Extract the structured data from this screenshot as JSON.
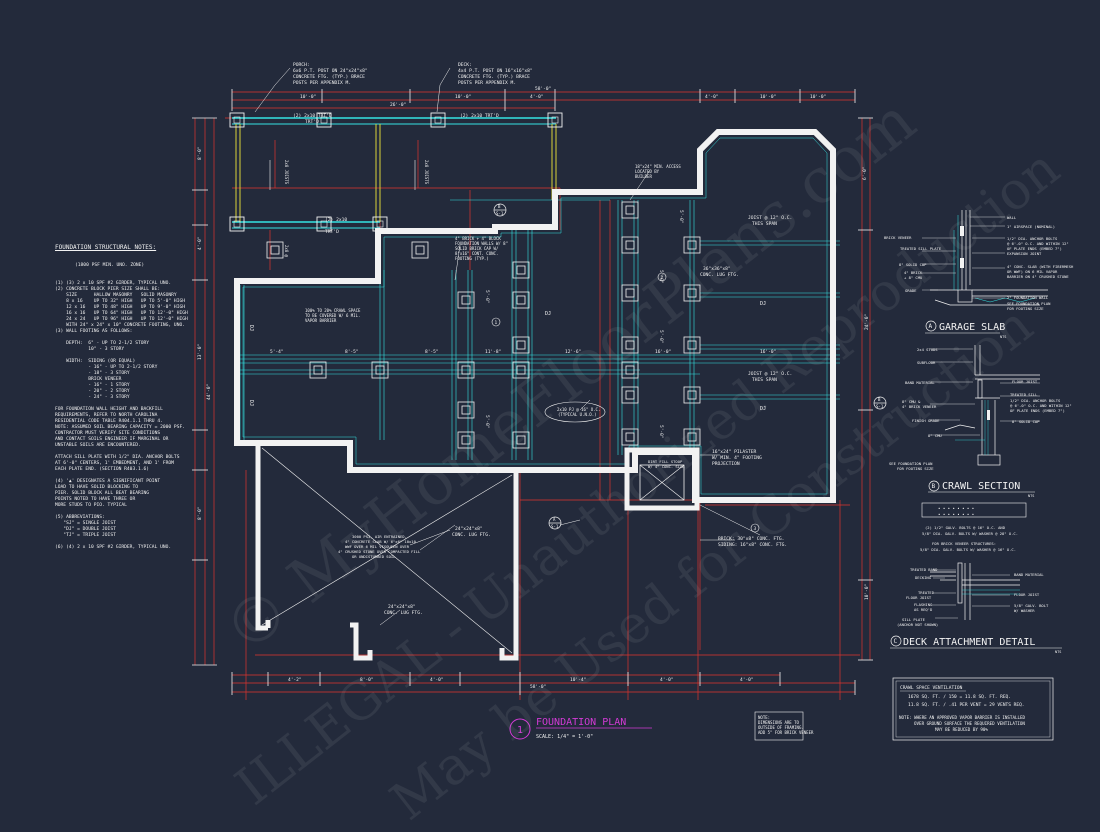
{
  "plan": {
    "title": "FOUNDATION PLAN",
    "number": "1",
    "scale": "SCALE: 1/4\" = 1'-0\""
  },
  "callouts": {
    "porch": [
      "PORCH:",
      "6x6 P.T. POST ON 24\"x24\"x8\"",
      "CONCRETE FTG. (TYP.) BRACE",
      "POSTS PER APPENDIX M."
    ],
    "deck": [
      "DECK:",
      "4x4 P.T. POST ON 16\"x16\"x8\"",
      "CONCRETE FTG. (TYP.) BRACE",
      "POSTS PER APPENDIX M."
    ],
    "crawl_space": [
      "18\"x24\" MIN. ACCESS",
      "LOCATED BY",
      "BUILDER"
    ],
    "block": [
      "4\" BRICK + 4\" BLOCK",
      "FOUNDATION WALLS W/ 8\"",
      "SOLID BRICK CAP W/",
      "8\"x16\" CONT. CONC.",
      "FOOTING (TYP.)"
    ],
    "vapor": [
      "100% TO 20% CRAWL SPACE",
      "TO BE COVERED W/ 6 MIL.",
      "VAPOR BARRIER"
    ],
    "slab": [
      "3000 PSI, AIR ENTRAINED,",
      "4\" CONCRETE SLAB W/ 6\"x6\" 10x10",
      "WWF OVER 6 MIL VISQUEEN OVER",
      "4\" CRUSHED STONE OVER COMPACTED FILL",
      "OR UNDISTURBED SOIL"
    ],
    "lug1": [
      "24\"x24\"x8\"",
      "CONC. LUG FTG."
    ],
    "lug2": [
      "24\"x24\"x8\"",
      "CONC. LUG FTG."
    ],
    "lug3": [
      "36\"x36\"x8\"",
      "CONC. LUG FTG."
    ],
    "pilaster": [
      "16\"x24\" PILASTER",
      "W/ MIN. 4\" FOOTING",
      "PROJECTION"
    ],
    "stoop": [
      "DIRT FILL STOOP",
      "W/ 4\" CONC. SLAB"
    ],
    "brick_siding": [
      "BRICK: 30\"x8\" CONC. FTG.",
      "SIDING: 16\"x8\" CONC. FTG."
    ],
    "girder": [
      "(2) 2x10 TRT'D"
    ],
    "girder2": [
      "(2) 2x10",
      "TRT'D"
    ],
    "joist_a": [
      "JOIST @ 12\" O.C.",
      "THIS SPAN"
    ],
    "joist_b": [
      "JOIST @ 12\" O.C.",
      "THIS SPAN"
    ],
    "joist_c": [
      "2x10 PJ @ 16\" O.C.",
      "(TYPICAL U.N.O.)"
    ],
    "dj": "DJ"
  },
  "dimensions": [
    "5'-4\"",
    "8'-5\"",
    "8'-5\"",
    "12'-6\"",
    "16'-0\"",
    "11'-8\"",
    "16'-0\"",
    "58'-0\""
  ],
  "section_tags": [
    "A",
    "B",
    "C"
  ],
  "structural_notes": {
    "title": "FOUNDATION STRUCTURAL NOTES:",
    "subtitle": "(1800 PSF MIN. UNO. ZONE)",
    "lines": [
      "(1) (3) 2 x 10 SPF #2 GIRDER, TYPICAL UNO.",
      "(2) CONCRETE BLOCK PIER SIZE SHALL BE:",
      "    SIZE      HALLOW MASONRY   SOLID MASONRY",
      "    8 x 16    UP TO 32\" HIGH   UP TO 5'-0\" HIGH",
      "    12 x 16   UP TO 48\" HIGH   UP TO 9'-0\" HIGH",
      "    16 x 16   UP TO 64\" HIGH   UP TO 12'-0\" HIGH",
      "    24 x 24   UP TO 96\" HIGH   UP TO 12'-0\" HIGH",
      "    WITH 24\" x 24\" x 10\" CONCRETE FOOTING, UNO.",
      "(3) WALL FOOTING AS FOLLOWS:",
      "",
      "    DEPTH:  6\" - UP TO 2-1/2 STORY",
      "            10\" - 3 STORY",
      "",
      "    WIDTH:  SIDING (OR EQUAL)",
      "            - 16\" - UP TO 2-1/2 STORY",
      "            - 18\" - 3 STORY",
      "            BRICK VENEER",
      "            - 16\" - 1 STORY",
      "            - 20\" - 2 STORY",
      "            - 24\" - 3 STORY",
      "",
      "FOR FOUNDATION WALL HEIGHT AND BACKFILL",
      "REQUIREMENTS, REFER TO NORTH CAROLINA",
      "RESIDENTIAL CODE TABLE R404.1.1 THRU 4.",
      "NOTE: ASSUMED SOIL BEARING CAPACITY = 2000 PSF.",
      "CONTRACTOR MUST VERIFY SITE CONDITIONS",
      "AND CONTACT SOILS ENGINEER IF MARGINAL OR",
      "UNSTABLE SOILS ARE ENCOUNTERED.",
      "",
      "ATTACH SILL PLATE WITH 1/2\" DIA. ANCHOR BOLTS",
      "AT 6'-0\" CENTERS, 1' EMBEDMENT, AND 1' FROM",
      "EACH PLATE END. (SECTION R403.1.6)",
      "",
      "(4) '▲' DESIGNATES A SIGNIFICANT POINT",
      "LOAD TO HAVE SOLID BLOCKING TO",
      "PIER. SOLID BLOCK ALL BEAT BEARING",
      "POINTS NOTED TO HAVE THREE OR",
      "MORE STUDS TO PIO. TYPICAL",
      "",
      "(5) ABBREVIATIONS:",
      "   \"SJ\" = SINGLE JOIST",
      "   \"DJ\" = DOUBLE JOIST",
      "   \"TJ\" = TRIPLE JOIST",
      "",
      "(6) (4) 2 x 10 SPF #2 GIRDER, TYPICAL UNO."
    ]
  },
  "details": {
    "garage": {
      "letter": "A",
      "title": "GARAGE SLAB",
      "nts": "NTS",
      "labels": [
        "WALL",
        "1\" AIRSPACE (NOMINAL)",
        "BRICK VENEER",
        "TREATED SILL PLATE",
        "8\" SOLID CAP",
        "4\" BRICK",
        "+ 8\" CMU",
        "GRADE",
        "1/2\" DIA. ANCHOR BOLTS @ 6'-0\" O.C. AND WITHIN 12\" OF PLATE ENDS (EMBED 7\")",
        "EXPANSION JOINT",
        "4\" CONC. SLAB (WITH FIBERMESH OR WWF) ON 6 MIL VAPOR BARRIER ON 4\" CRUSHED STONE",
        "2\" FOUNDATION WALL",
        "SEE FOUNDATION PLAN FOR FOOTING SIZE"
      ]
    },
    "crawl": {
      "letter": "B",
      "title": "CRAWL SECTION",
      "nts": "NTS",
      "labels": [
        "2x4 STUDS",
        "SUBFLOOR",
        "FLOOR JOIST",
        "BAND MATERIAL",
        "TREATED SILL",
        "1/2\" DIA. ANCHOR BOLTS @ 6'-0\" O.C. AND WITHIN 12\" OF PLATE ENDS (EMBED 7\")",
        "8\" CMU & 4\" BRICK VENEER",
        "8\" SOLID CAP",
        "FINISH GRADE",
        "8\" CMU",
        "SEE FOUNDATION PLAN FOR FOOTING SIZE"
      ]
    },
    "deck": {
      "letter": "C",
      "title": "DECK ATTACHMENT DETAIL",
      "nts": "NTS",
      "bolts": [
        "(2) 1/2\" GALV. BOLTS @ 16\" O.C. AND",
        "5/8\" DIA. GALV. BOLTS W/ WASHER @ 28\" O.C.",
        "",
        "FOR BRICK VENEER STRUCTURES:",
        "5/8\" DIA. GALV. BOLTS W/ WASHER @ 16\" O.C."
      ],
      "labels": [
        "TREATED BAND",
        "DECKING",
        "TREATED FLOOR JOIST",
        "FLASHING AS REQ'D",
        "SILL PLATE (ANCHOR NOT SHOWN)",
        "BAND MATERIAL",
        "FLOOR JOIST",
        "5/8\" GALV. BOLT W/ WASHER"
      ]
    }
  },
  "ventilation": {
    "title": "CRAWL SPACE VENTILATION",
    "line1": "1678 SQ. FT. / 150 = 11.8 SQ. FT. REQ.",
    "line2": "11.8 SQ. FT. / .41 PER VENT = 29 VENTS REQ.",
    "note": [
      "NOTE: WHERE AN APPROVED VAPOR BARRIER IS INSTALLED",
      "OVER GROUND SURFACE THE REQUIRED VENTILATION",
      "MAY BE REDUCED BY 90%"
    ]
  },
  "dim_note": [
    "NOTE:",
    "DIMENSIONS ARE TO",
    "OUTSIDE OF FRAMING.",
    "ADD 5\" FOR BRICK VENEER"
  ],
  "watermark": [
    "© MyHomeFloorPlans.com",
    "ILLEGAL - Unauthorized Reproduction",
    "May be Used for Construction"
  ],
  "colors": {
    "background": "#232a3b",
    "wall": "#f2f2f2",
    "cyan": "#35e3e3",
    "dim_red": "#e0342e",
    "title_magenta": "#d33ad6",
    "yellow": "#d8d23a"
  }
}
